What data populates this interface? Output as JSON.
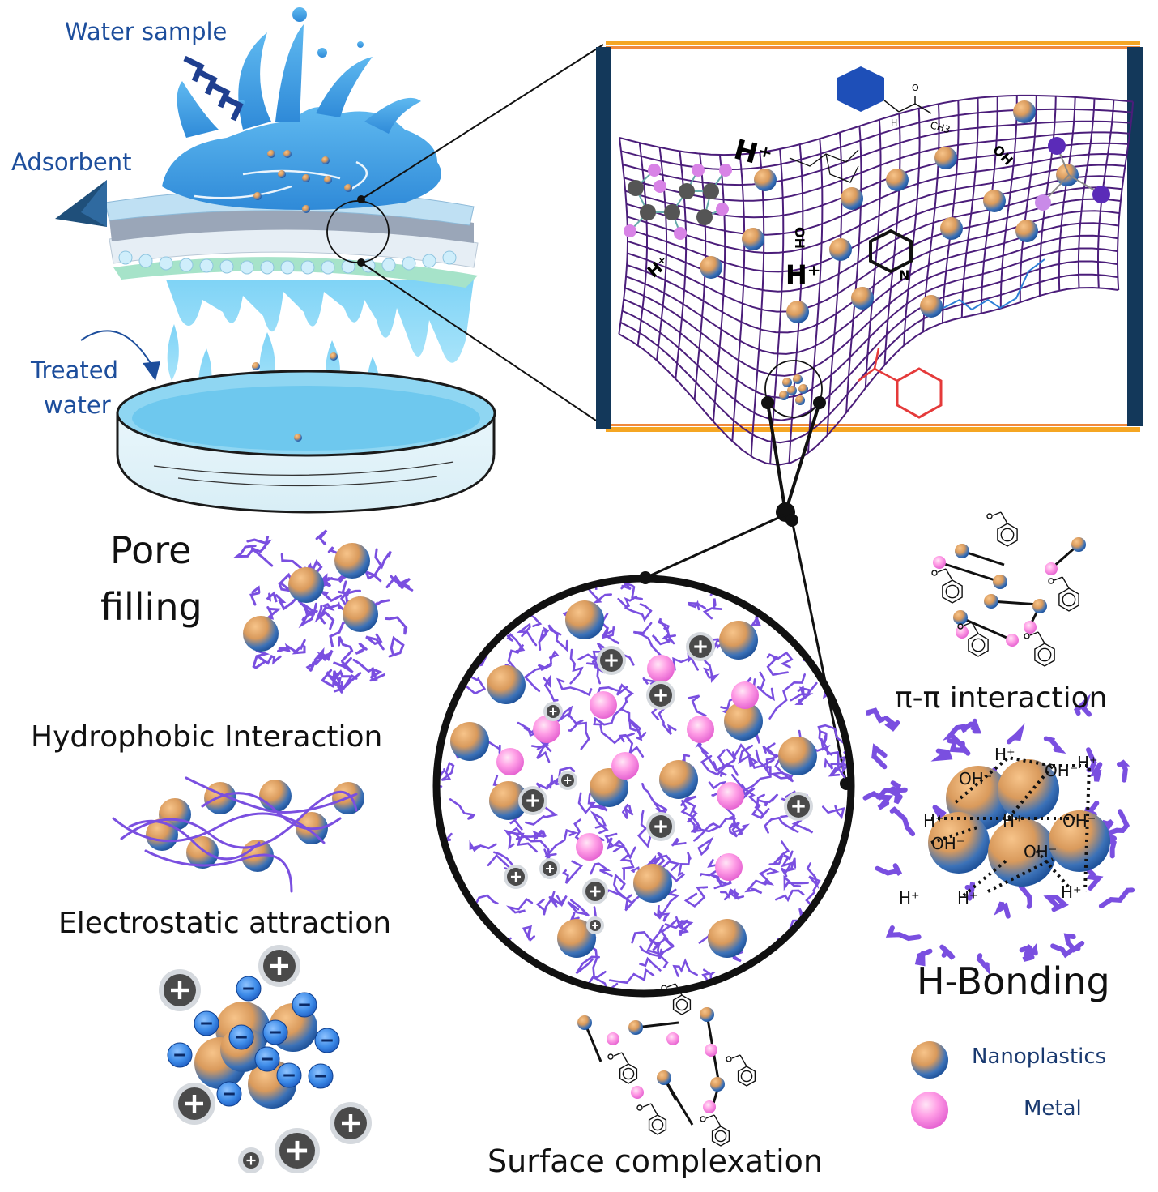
{
  "labels": {
    "water_sample": "Water sample",
    "adsorbent": "Adsorbent",
    "treated_water_line1": "Treated",
    "treated_water_line2": "water",
    "pore_filling_line1": "Pore",
    "pore_filling_line2": "filling",
    "hydrophobic": "Hydrophobic Interaction",
    "electrostatic": "Electrostatic attraction",
    "pi_pi": "π-π interaction",
    "h_bonding": "H-Bonding",
    "surface_complexation": "Surface complexation"
  },
  "legend": {
    "nanoplastics": "Nanoplastics",
    "metal": "Metal"
  },
  "chem_labels": {
    "h_plus": "H⁺",
    "oh": "OH",
    "oh_minus": "OH⁻",
    "n": "N",
    "ch3": "CH3",
    "plus": "+",
    "minus": "−"
  },
  "colors": {
    "accent_blue": "#1d4e9c",
    "mesh_purple": "#4b1d7a",
    "fiber_purple": "#7a4fe0",
    "metal_pink": "#f06ad8",
    "frame_navy": "#13385a",
    "frame_orange": "#f5a623"
  }
}
